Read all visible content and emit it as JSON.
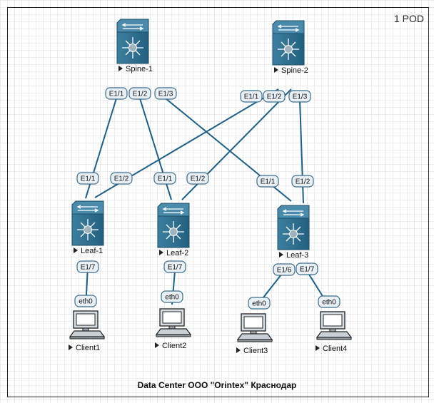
{
  "pod_label": "1 POD",
  "title": "Data Center ООО \"Orintex\" Краснодар",
  "colors": {
    "link": "#1f5f86",
    "device": "#2f6f8f",
    "port_fill": "#e8f0f6",
    "port_stroke": "#3b6d8c"
  },
  "devices": [
    {
      "id": "spine1",
      "label": "Spine-1",
      "kind": "switch-icon"
    },
    {
      "id": "spine2",
      "label": "Spine-2",
      "kind": "switch-icon"
    },
    {
      "id": "leaf1",
      "label": "Leaf-1",
      "kind": "switch-icon"
    },
    {
      "id": "leaf2",
      "label": "Leaf-2",
      "kind": "switch-icon"
    },
    {
      "id": "leaf3",
      "label": "Leaf-3",
      "kind": "switch-icon"
    },
    {
      "id": "client1",
      "label": "Client1",
      "kind": "pc-icon"
    },
    {
      "id": "client2",
      "label": "Client2",
      "kind": "pc-icon"
    },
    {
      "id": "client3",
      "label": "Client3",
      "kind": "pc-icon"
    },
    {
      "id": "client4",
      "label": "Client4",
      "kind": "pc-icon"
    }
  ],
  "links": [
    {
      "a": "spine1",
      "a_port": "E1/1",
      "b": "leaf1",
      "b_port": "E1/1"
    },
    {
      "a": "spine1",
      "a_port": "E1/2",
      "b": "leaf2",
      "b_port": "E1/1"
    },
    {
      "a": "spine1",
      "a_port": "E1/3",
      "b": "leaf3",
      "b_port": "E1/1"
    },
    {
      "a": "spine2",
      "a_port": "E1/1",
      "b": "leaf1",
      "b_port": "E1/2"
    },
    {
      "a": "spine2",
      "a_port": "E1/2",
      "b": "leaf2",
      "b_port": "E1/2"
    },
    {
      "a": "spine2",
      "a_port": "E1/3",
      "b": "leaf3",
      "b_port": "E1/2"
    },
    {
      "a": "leaf1",
      "a_port": "E1/7",
      "b": "client1",
      "b_port": "eth0"
    },
    {
      "a": "leaf2",
      "a_port": "E1/7",
      "b": "client2",
      "b_port": "eth0"
    },
    {
      "a": "leaf3",
      "a_port": "E1/6",
      "b": "client3",
      "b_port": "eth0"
    },
    {
      "a": "leaf3",
      "a_port": "E1/7",
      "b": "client4",
      "b_port": "eth0"
    }
  ]
}
